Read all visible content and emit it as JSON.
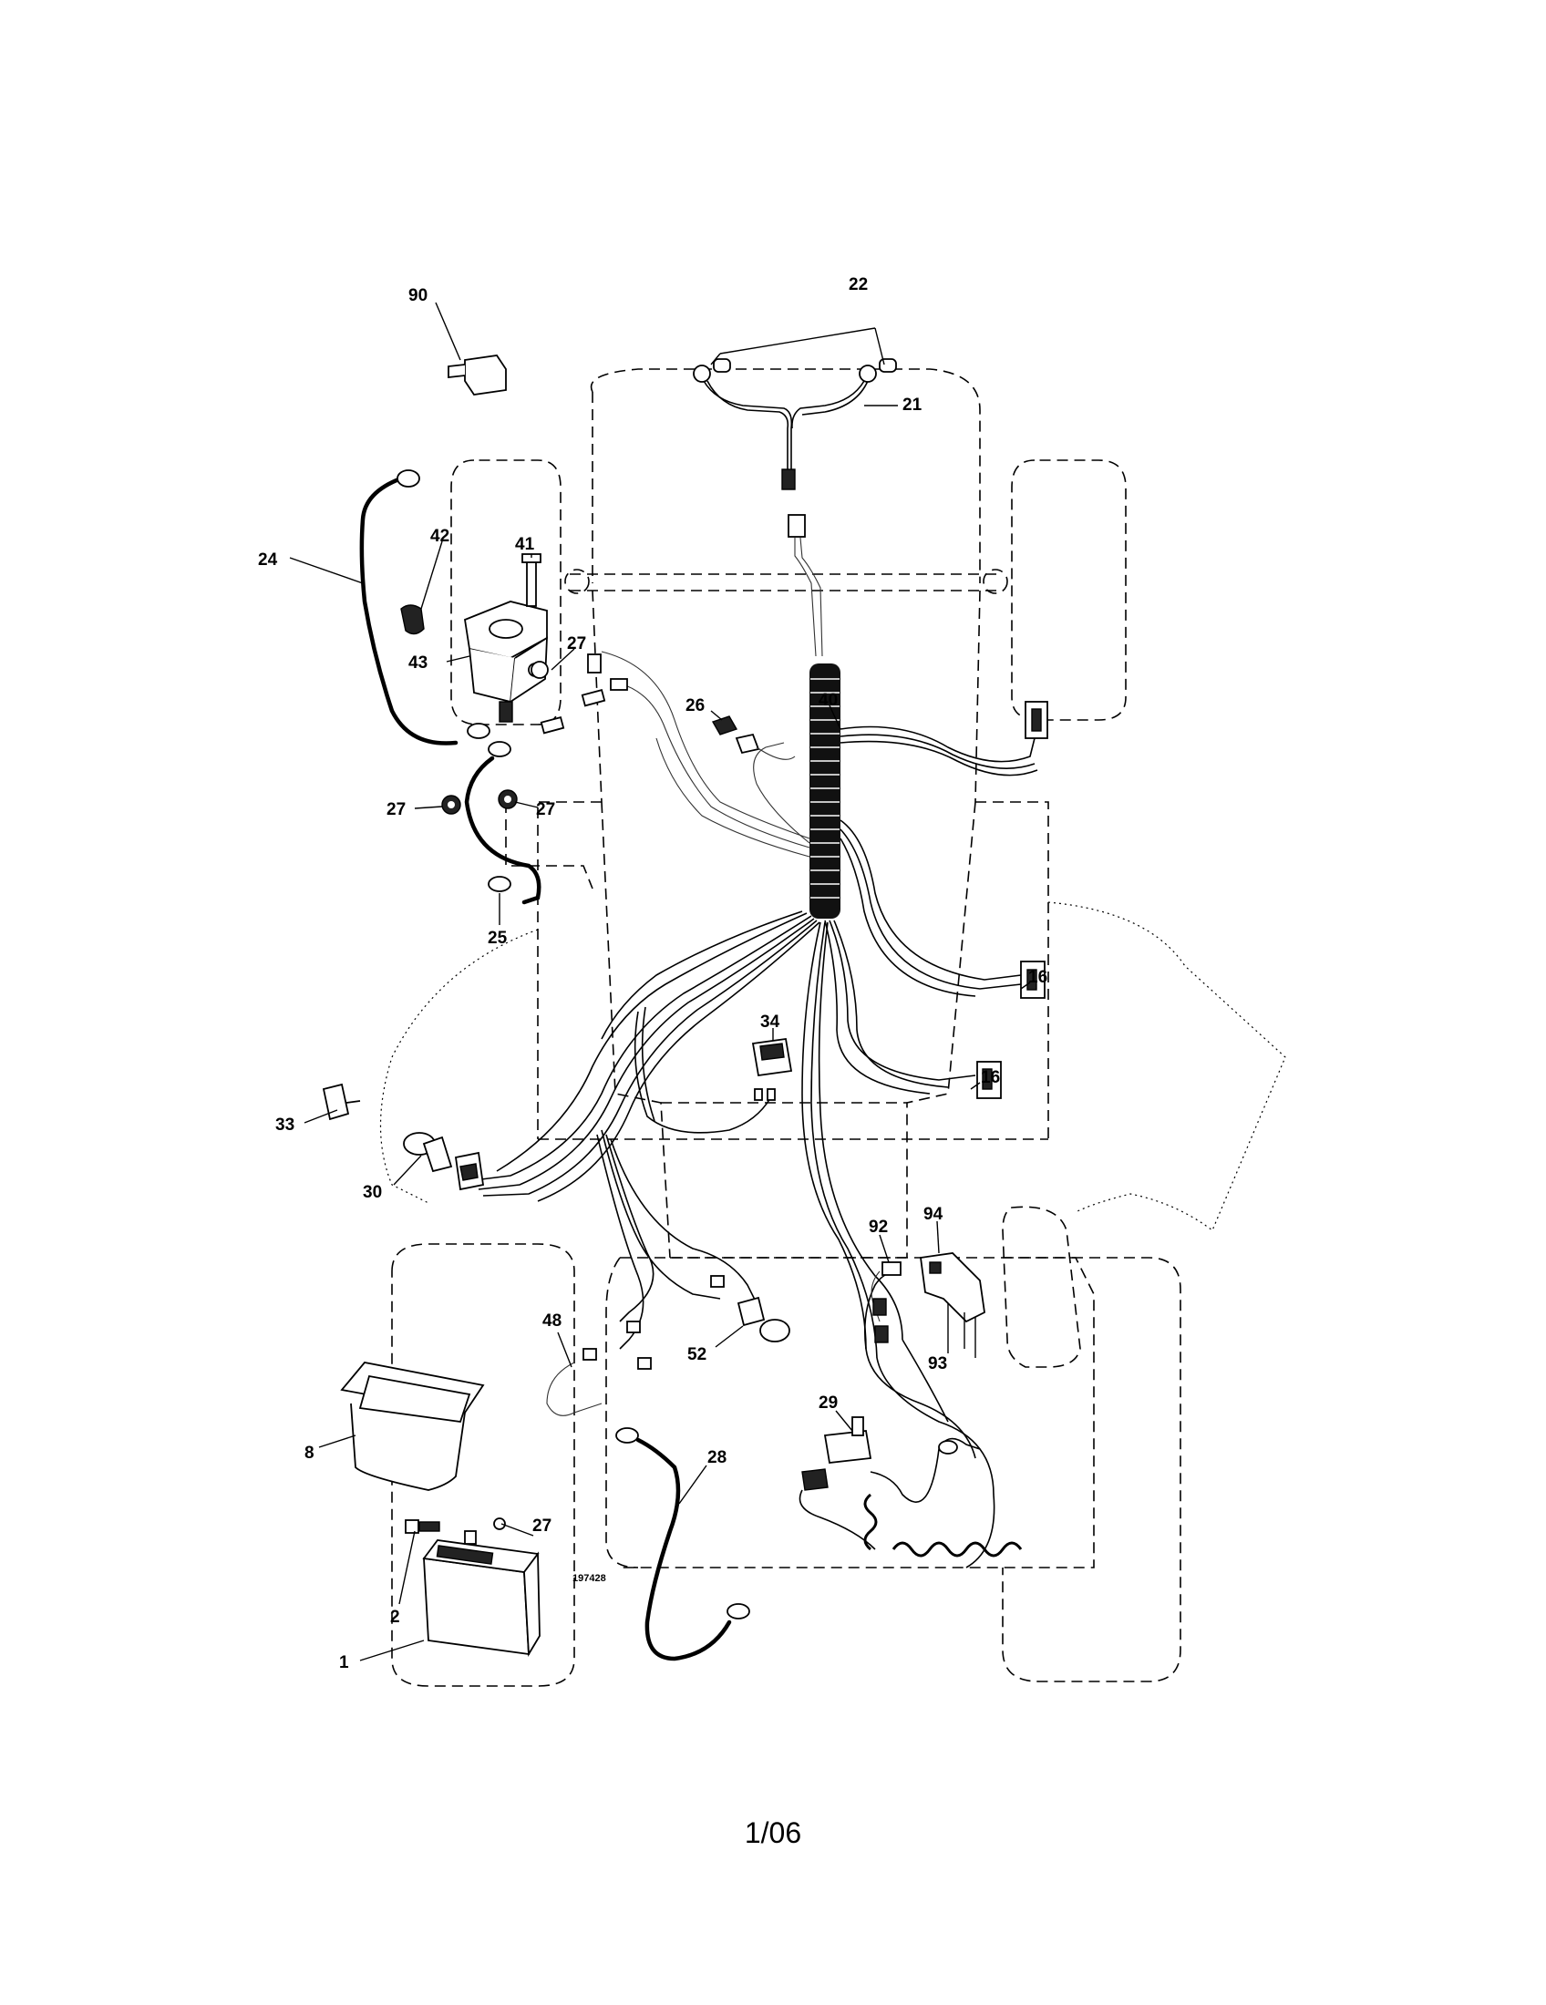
{
  "callouts": {
    "c90": "90",
    "c22": "22",
    "c21": "21",
    "c24": "24",
    "c42": "42",
    "c41": "41",
    "c43": "43",
    "c27a": "27",
    "c26": "26",
    "c40": "40",
    "c27b": "27",
    "c27c": "27",
    "c25": "25",
    "c16a": "16",
    "c34": "34",
    "c16b": "16",
    "c33": "33",
    "c30": "30",
    "c94": "94",
    "c92": "92",
    "c48": "48",
    "c52": "52",
    "c93": "93",
    "c8": "8",
    "c29": "29",
    "c28": "28",
    "c27d": "27",
    "c2": "2",
    "c1": "1"
  },
  "drawing_code": "197428",
  "footer": "1/06"
}
